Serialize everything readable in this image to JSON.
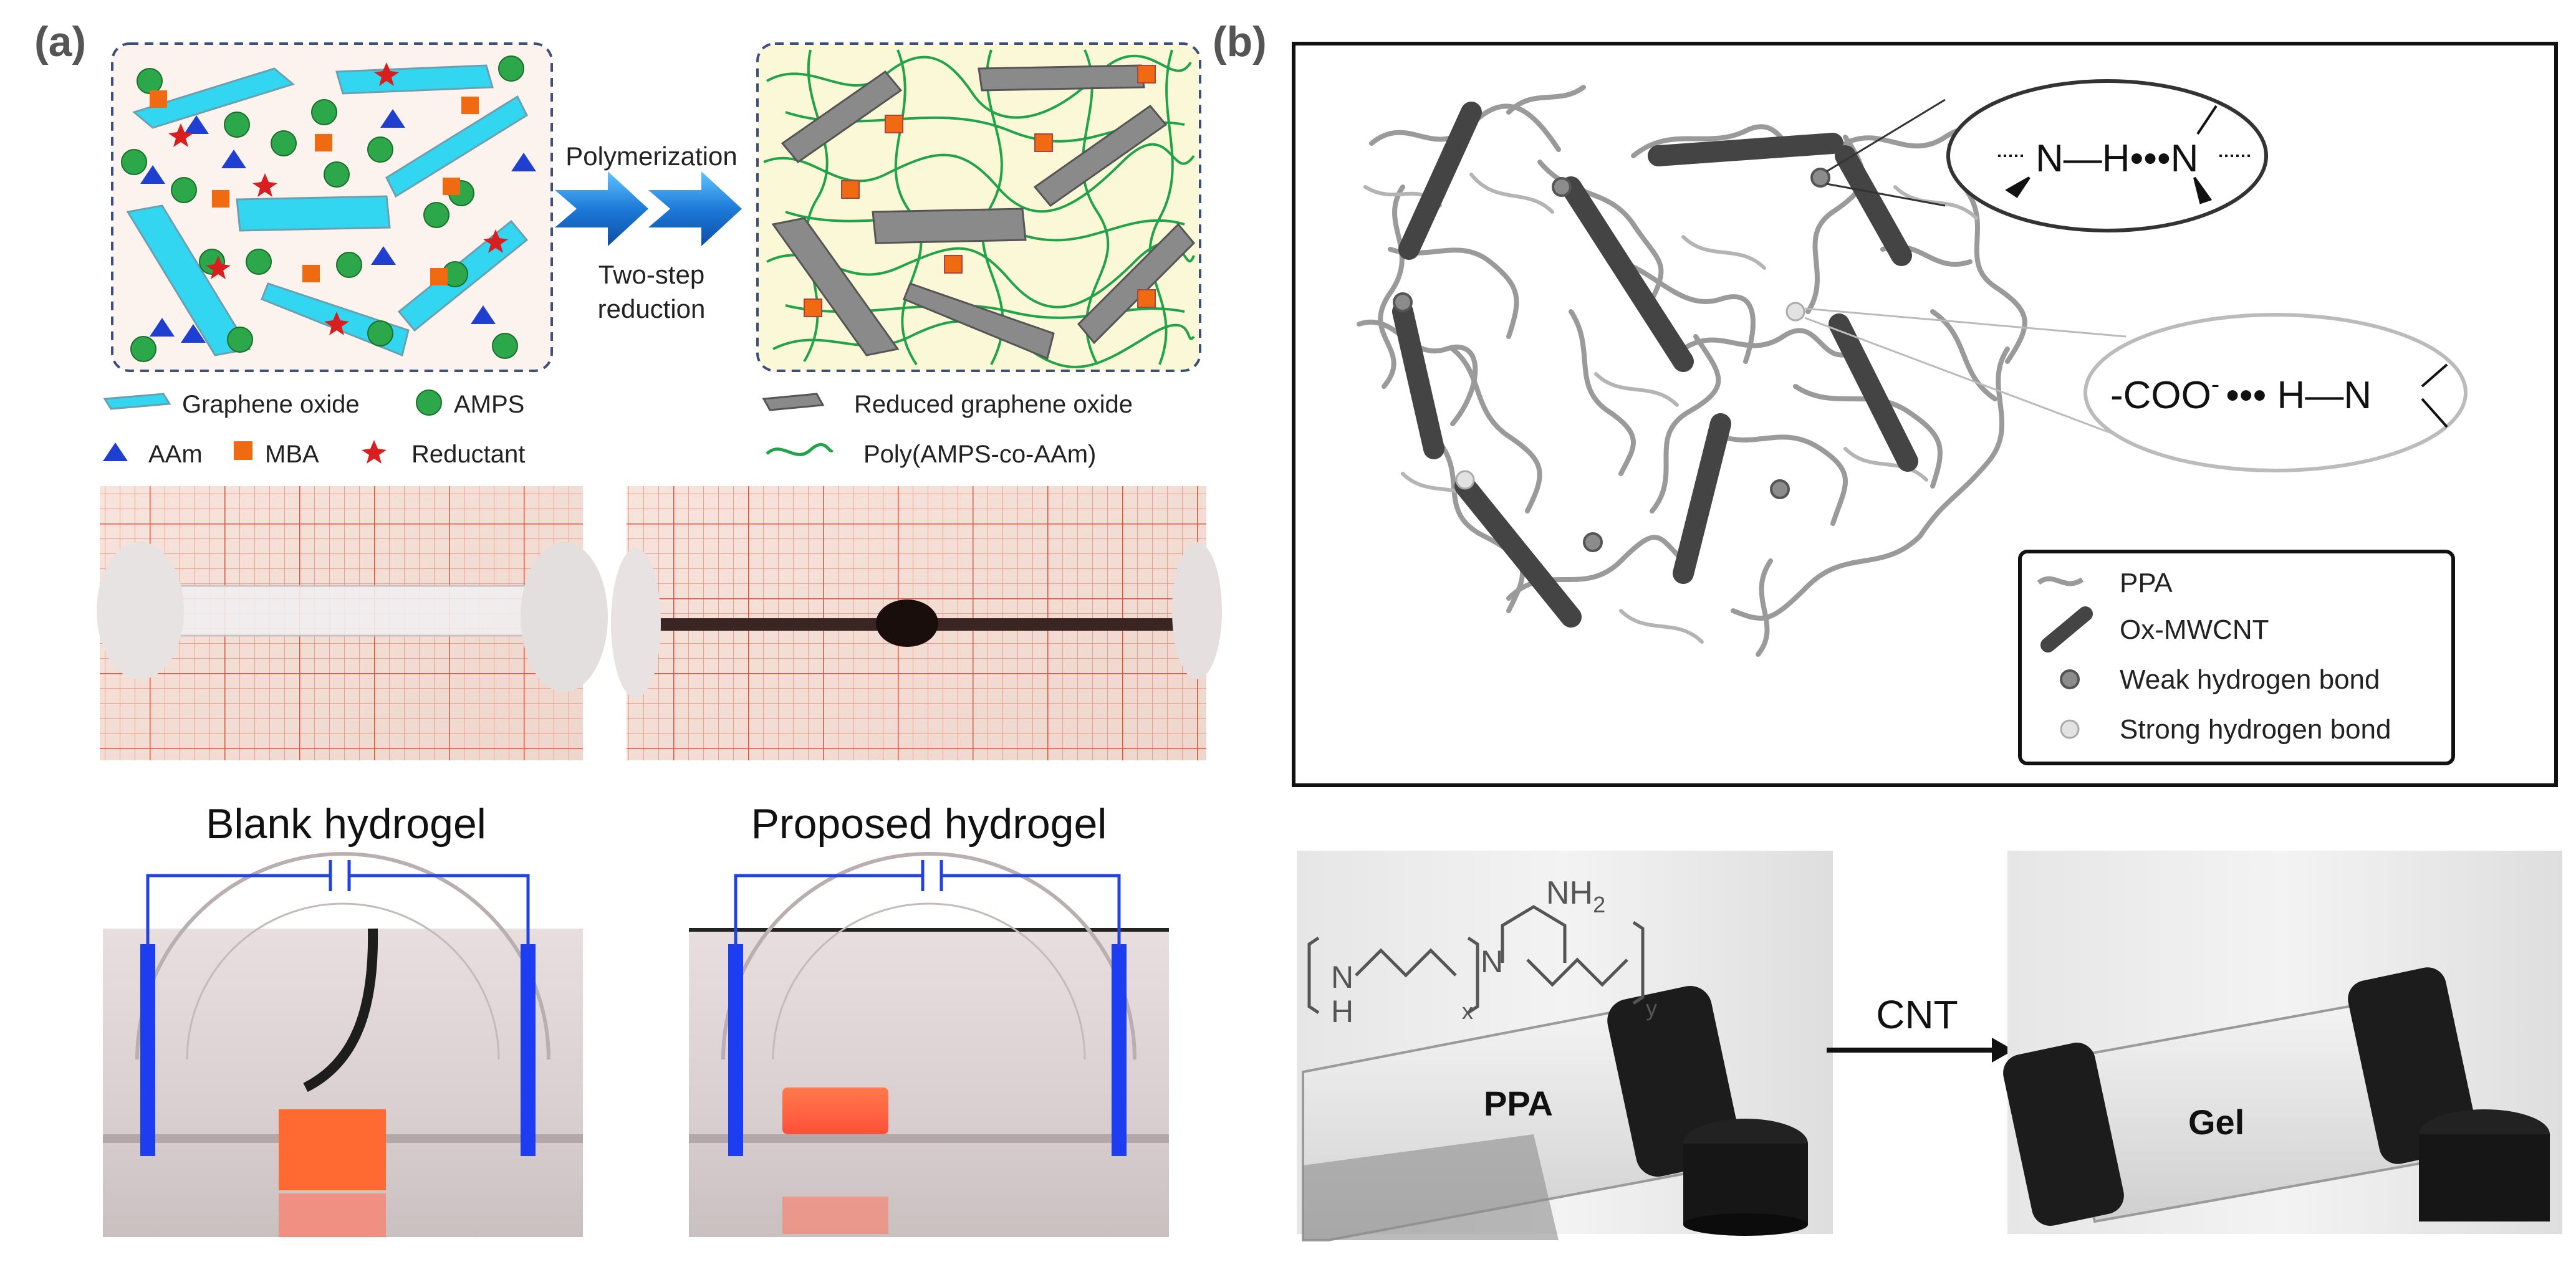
{
  "panel_a": {
    "label": "(a)",
    "arrow_top": "Polymerization",
    "arrow_bottom_1": "Two-step",
    "arrow_bottom_2": "reduction",
    "legend": {
      "graphene_oxide": "Graphene oxide",
      "amps": "AMPS",
      "aam": "AAm",
      "mba": "MBA",
      "reductant": "Reductant",
      "reduced_graphene_oxide": "Reduced graphene oxide",
      "poly": "Poly(AMPS-co-AAm)"
    },
    "blank_title": "Blank hydrogel",
    "proposed_title": "Proposed hydrogel"
  },
  "panel_b": {
    "label": "(b)",
    "hbond_top": "N—H•••N",
    "hbond_bottom_pre": "-COO",
    "hbond_bottom_sup": "-",
    "hbond_bottom_post": "••• H—N",
    "legend": {
      "ppa": "PPA",
      "mwcnt": "Ox-MWCNT",
      "weak": "Weak hydrogen bond",
      "strong": "Strong hydrogen bond"
    },
    "structure": {
      "nh2": "NH",
      "nh2_sub": "2",
      "n_left": "N",
      "h_left": "H",
      "n_right": "N",
      "sub_x": "x",
      "sub_y": "y"
    },
    "vial_left": "PPA",
    "arrow_label": "CNT",
    "vial_right": "Gel"
  },
  "colors": {
    "graphene_oxide": "#33d6f0",
    "amps": "#2ca84a",
    "aam": "#1f3fd0",
    "mba": "#f06a12",
    "reductant": "#d81e1e",
    "poly": "#21a34a",
    "rgo": "#8a8a8a",
    "circuit": "#2244dd"
  }
}
